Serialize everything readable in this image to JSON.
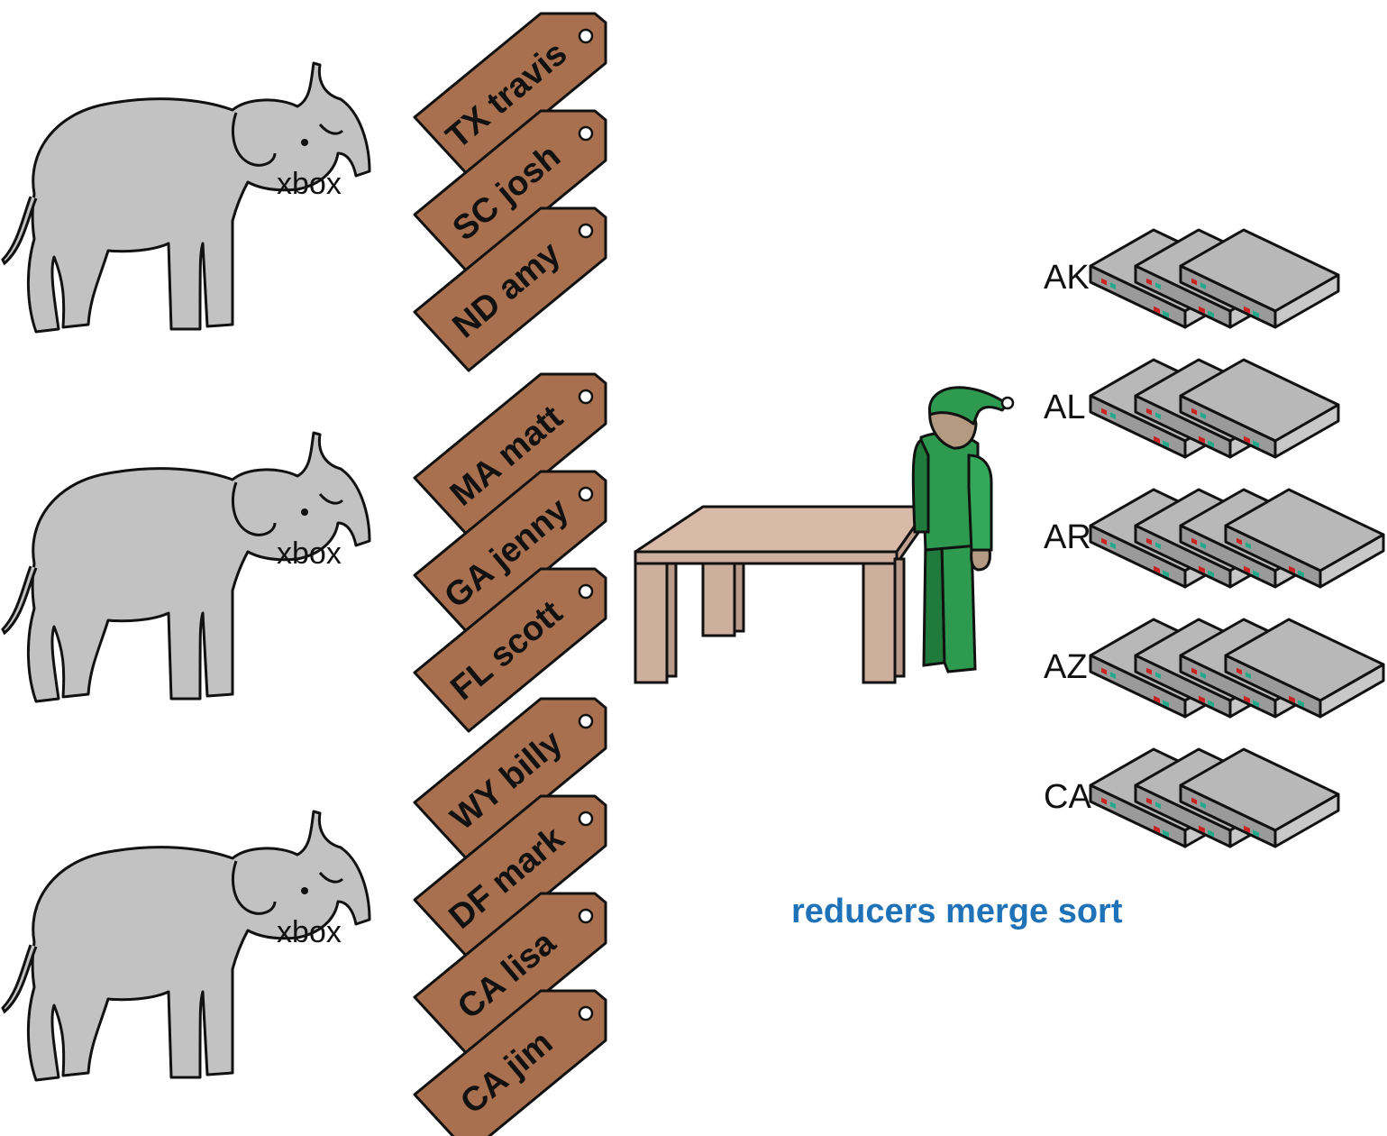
{
  "elephants": [
    {
      "label": "xbox"
    },
    {
      "label": "xbox"
    },
    {
      "label": "xbox"
    }
  ],
  "tag_groups": [
    [
      "TX travis",
      "SC josh",
      "ND amy"
    ],
    [
      "MA matt",
      "GA jenny",
      "FL scott"
    ],
    [
      "WY billy",
      "DF mark",
      "CA lisa",
      "CA jim"
    ]
  ],
  "server_groups": [
    {
      "label": "AK",
      "count": 3
    },
    {
      "label": "AL",
      "count": 3
    },
    {
      "label": "AR",
      "count": 4
    },
    {
      "label": "AZ",
      "count": 4
    },
    {
      "label": "CA",
      "count": 3
    }
  ],
  "caption": "reducers merge sort",
  "colors": {
    "elephant": "#c2c2c2",
    "tag": "#a8704e",
    "table_top": "#d9b9a8",
    "table_legs": "#ceaf9e",
    "elf": "#2d9a4f",
    "elf_dark": "#1f7a3b",
    "skin": "#b39a80",
    "server_top": "#b8b8b8",
    "server_front": "#9a9a9a",
    "caption": "#1f72b8"
  },
  "icons": {
    "elephant": "elephant-icon",
    "tag": "luggage-tag-icon",
    "table": "table-icon",
    "elf": "elf-worker-icon",
    "server": "server-icon"
  }
}
